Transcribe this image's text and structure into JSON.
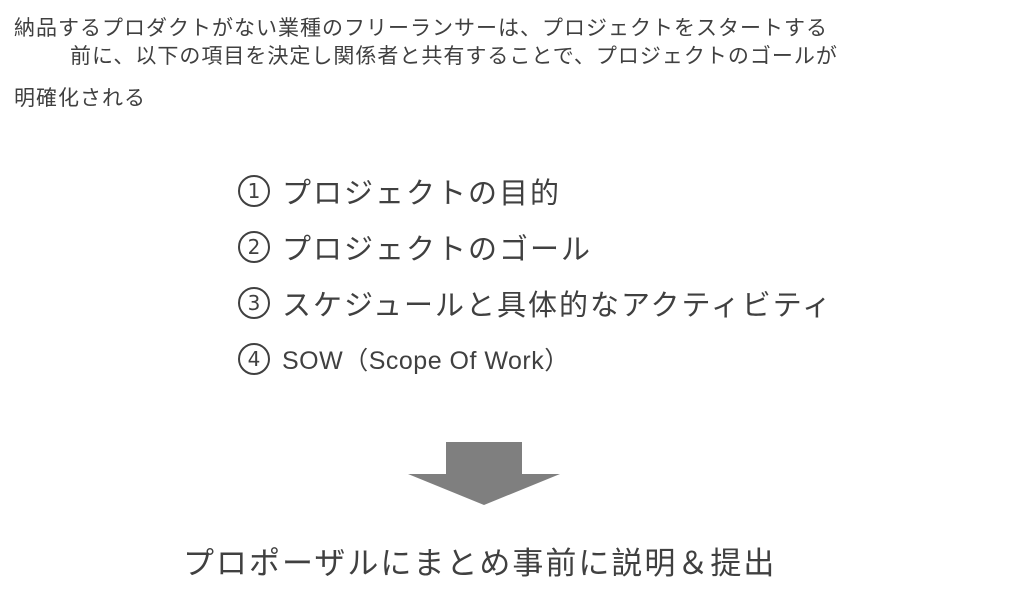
{
  "intro": {
    "line1": "納品するプロダクトがない業種のフリーランサーは、プロジェクトをスタートする",
    "line2": "前に、以下の項目を決定し関係者と共有することで、プロジェクトのゴールが",
    "line3": "明確化される"
  },
  "items": [
    {
      "num": "1",
      "text": "プロジェクトの目的"
    },
    {
      "num": "2",
      "text": "プロジェクトのゴール"
    },
    {
      "num": "3",
      "text": "スケジュールと具体的なアクティビティ"
    },
    {
      "num": "4",
      "text": "SOW（Scope Of Work）"
    }
  ],
  "conclusion": "プロポーザルにまとめ事前に説明＆提出",
  "colors": {
    "text": "#404040",
    "arrow": "#7f7f7f"
  }
}
